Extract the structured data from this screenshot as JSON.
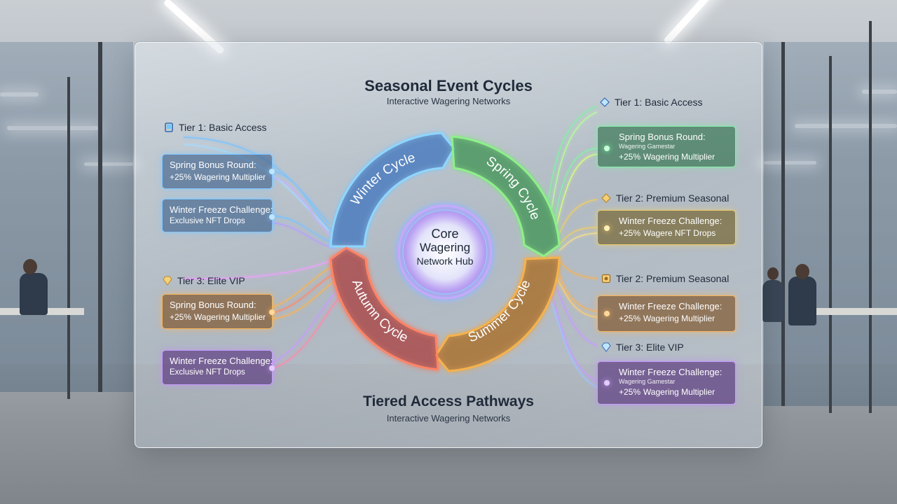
{
  "header": {
    "title": "Seasonal Event Cycles",
    "subtitle": "Interactive Wagering Networks"
  },
  "footer": {
    "title": "Tiered Access Pathways",
    "subtitle": "Interactive Wagering Networks"
  },
  "hub": {
    "line1": "Core",
    "line2": "Wagering",
    "line3": "Network Hub"
  },
  "cycles": {
    "winter": "Winter Cycle",
    "spring": "Spring Cycle",
    "summer": "Summer Cycle",
    "autumn": "Autumn Cycle"
  },
  "left": {
    "tier1": "Tier 1: Basic Access",
    "tier3": "Tier 3: Elite VIP",
    "card1": {
      "title": "Spring Bonus Round:",
      "big": "+25%",
      "rest": "Wagering Multiplier"
    },
    "card2": {
      "title": "Winter Freeze Challenge:",
      "detail": "Exclusive NFT Drops"
    },
    "card3": {
      "title": "Spring Bonus Round:",
      "big": "+25%",
      "rest": "Wagering Multiplier"
    },
    "card4": {
      "title": "Winter Freeze Challenge:",
      "detail": "Exclusive NFT Drops"
    }
  },
  "right": {
    "tier1": "Tier 1: Basic Access",
    "tier2a": "Tier 2: Premium Seasonal",
    "tier2b": "Tier 2: Premium Seasonal",
    "tier3": "Tier 3: Elite VIP",
    "card1": {
      "title": "Spring Bonus Round:",
      "small": "Wagering Gamestar",
      "big": "+25%",
      "rest": "Wagering Multiplier"
    },
    "card2": {
      "title": "Winter Freeze Challenge:",
      "big": "+25%",
      "rest": "Wagere NFT Drops"
    },
    "card3": {
      "title": "Winter Freeze Challenge:",
      "big": "+25%",
      "rest": "Wagering Multiplier"
    },
    "card4": {
      "title": "Winter Freeze Challenge:",
      "small": "Wagering Gamestar",
      "big": "+25%",
      "rest": "Wagering Multiplier"
    }
  },
  "colors": {
    "winter": "#6ecbff",
    "spring": "#7cf08e",
    "summer": "#f3b04c",
    "autumn": "#ff7a5c",
    "hub": "#b58cff"
  }
}
